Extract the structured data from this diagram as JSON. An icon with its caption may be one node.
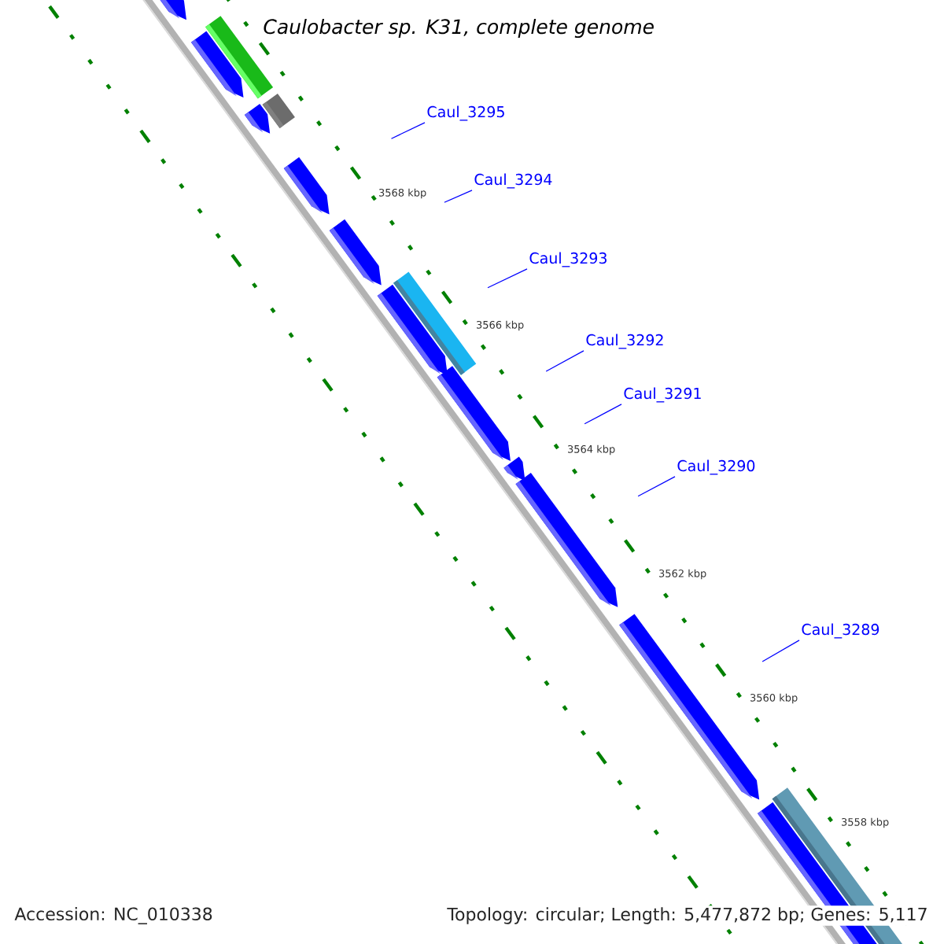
{
  "diagram": {
    "title": "Caulobacter sp. K31, complete genome",
    "nodes": [
      {
        "text": [
          "Caul_3295"
        ]
      },
      {
        "text": [
          "Caul_3294"
        ]
      },
      {
        "text": [
          "Caul_3293"
        ]
      },
      {
        "text": [
          "Caul_3292"
        ]
      },
      {
        "text": [
          "Caul_3291"
        ]
      },
      {
        "text": [
          "Caul_3290"
        ]
      },
      {
        "text": [
          "Caul_3289"
        ]
      }
    ],
    "edges": [
      {
        "from": 0,
        "to": null,
        "arrow": "none"
      },
      {
        "from": 1,
        "to": null,
        "arrow": "none"
      },
      {
        "from": 2,
        "to": null,
        "arrow": "none"
      },
      {
        "from": 3,
        "to": null,
        "arrow": "none"
      },
      {
        "from": 4,
        "to": null,
        "arrow": "none"
      },
      {
        "from": 5,
        "to": null,
        "arrow": "none"
      },
      {
        "from": 6,
        "to": null,
        "arrow": "none"
      }
    ],
    "labels": [
      "3568 kbp",
      "3566 kbp",
      "3564 kbp",
      "3562 kbp",
      "3560 kbp",
      "3558 kbp",
      "Accession: NC_010338",
      "Topology: circular; Length: 5,477,872 bp; Genes: 5,117"
    ]
  }
}
